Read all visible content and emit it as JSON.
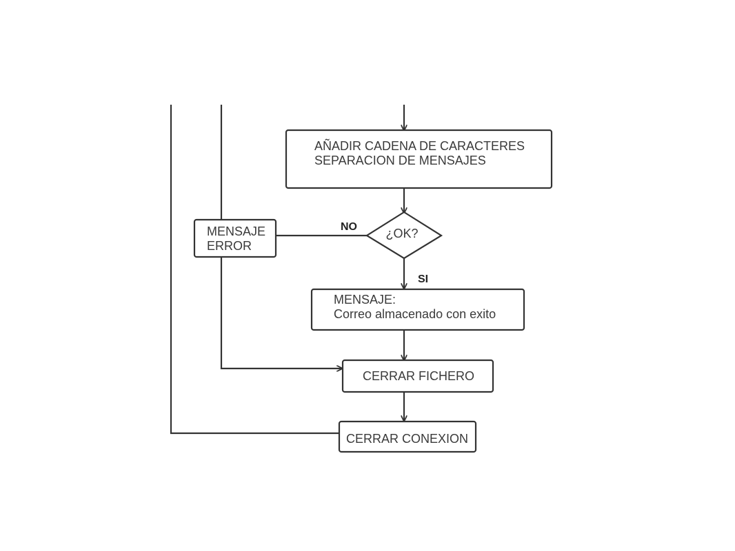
{
  "diagram": {
    "nodes": {
      "append_string": {
        "line1": "AÑADIR CADENA DE CARACTERES",
        "line2": "SEPARACION DE MENSAJES"
      },
      "ok_decision": {
        "label": "¿OK?"
      },
      "error_message": {
        "line1": "MENSAJE",
        "line2": "ERROR"
      },
      "success_message": {
        "line1": "MENSAJE:",
        "line2": "Correo almacenado con exito"
      },
      "close_file": {
        "label": "CERRAR FICHERO"
      },
      "close_connection": {
        "label": "CERRAR CONEXION"
      }
    },
    "edge_labels": {
      "no": "NO",
      "si": "SI"
    }
  }
}
